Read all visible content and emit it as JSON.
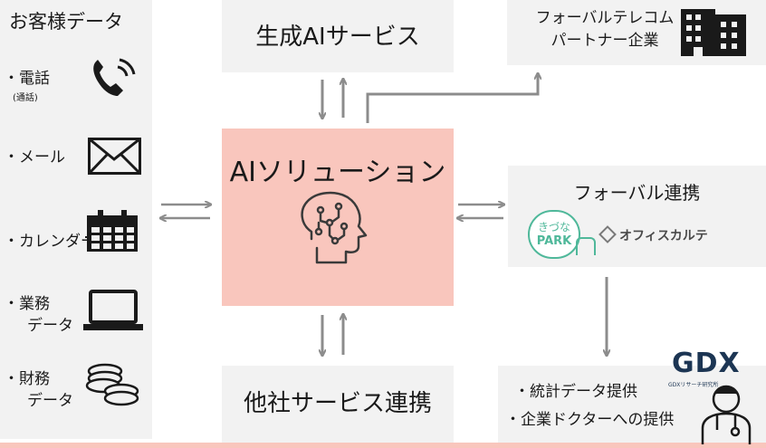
{
  "customer_data": {
    "title": "お客様データ",
    "items": [
      {
        "label": "・電話",
        "sublabel": "(通話)",
        "icon": "phone-icon"
      },
      {
        "label": "・メール",
        "icon": "mail-icon"
      },
      {
        "label": "・カレンダー",
        "icon": "calendar-icon"
      },
      {
        "label": "・業務",
        "label2": "データ",
        "icon": "laptop-icon"
      },
      {
        "label": "・財務",
        "label2": "データ",
        "icon": "coins-icon"
      }
    ]
  },
  "generative_ai": {
    "label": "生成AIサービス"
  },
  "partner": {
    "line1": "フォーバルテレコム",
    "line2": "パートナー企業",
    "icon": "building-icon"
  },
  "ai_solution": {
    "label": "AIソリューション",
    "icon": "ai-brain-icon"
  },
  "forval_link": {
    "label": "フォーバル連携",
    "logos": [
      {
        "line1": "きづな",
        "line2": "PARK"
      },
      {
        "text": "オフィスカルテ"
      }
    ]
  },
  "other_services": {
    "label": "他社サービス連携"
  },
  "stats": {
    "items": [
      "・統計データ提供",
      "・企業ドクターへの提供"
    ],
    "logo_text": "GDX",
    "logo_caption": "GDXリサーチ研究所",
    "icon": "doctor-icon"
  },
  "colors": {
    "panel": "#f2f2f2",
    "accent": "#f9c6bd",
    "arrow": "#8c8c8c",
    "icon": "#1a1a1a",
    "kizuna_green": "#4fb89a",
    "gdx_navy": "#1c3553"
  }
}
